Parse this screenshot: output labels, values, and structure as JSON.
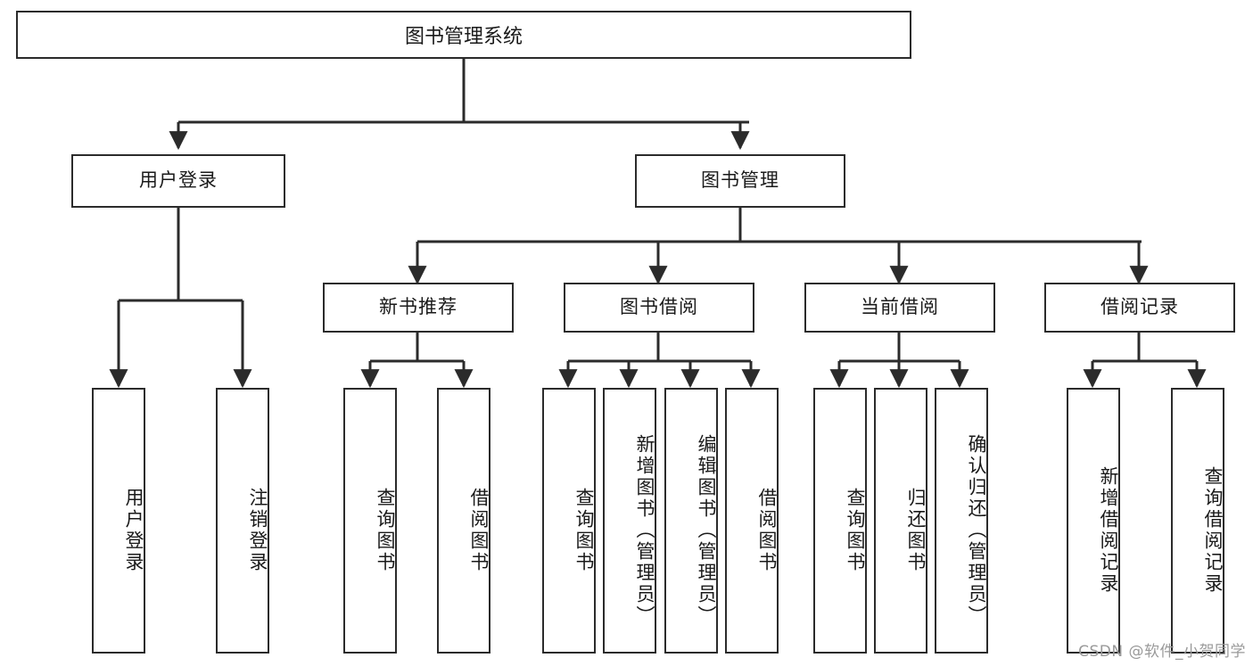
{
  "diagram": {
    "title": "图书管理系统",
    "type": "hierarchy-tree",
    "watermark": "CSDN @软件_小贺同学",
    "colors": {
      "stroke": "#2b2b2b",
      "fill": "#ffffff",
      "text": "#1a1a1a",
      "watermark": "#9a9a9a"
    },
    "root": {
      "label": "图书管理系统"
    },
    "level2": [
      {
        "label": "用户登录"
      },
      {
        "label": "图书管理"
      }
    ],
    "level3": [
      {
        "label": "新书推荐"
      },
      {
        "label": "图书借阅"
      },
      {
        "label": "当前借阅"
      },
      {
        "label": "借阅记录"
      }
    ],
    "leaves": {
      "user_login": [
        {
          "label": "用户登录"
        },
        {
          "label": "注销登录"
        }
      ],
      "new_book_recommend": [
        {
          "label": "查询图书"
        },
        {
          "label": "借阅图书"
        }
      ],
      "book_borrow": [
        {
          "label": "查询图书"
        },
        {
          "label": "新增图书（管理员）"
        },
        {
          "label": "编辑图书（管理员）"
        },
        {
          "label": "借阅图书"
        }
      ],
      "current_borrow": [
        {
          "label": "查询图书"
        },
        {
          "label": "归还图书"
        },
        {
          "label": "确认归还（管理员）"
        }
      ],
      "borrow_record": [
        {
          "label": "新增借阅记录"
        },
        {
          "label": "查询借阅记录"
        }
      ]
    }
  }
}
